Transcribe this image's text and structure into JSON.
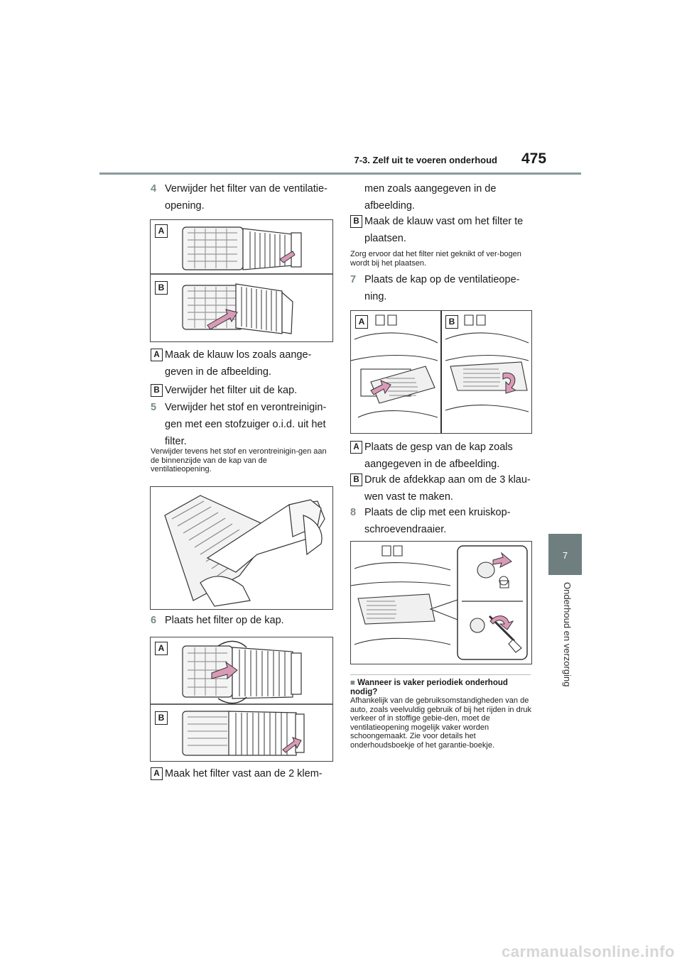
{
  "header": {
    "section": "7-3. Zelf uit te voeren onderhoud",
    "page": "475"
  },
  "side": {
    "tab": "7",
    "chapter": "Onderhoud en verzorging"
  },
  "left": {
    "step4": {
      "num": "4",
      "text": "Verwijder het filter van de ventilatie-opening."
    },
    "fig1": {
      "label_a": "A",
      "label_b": "B"
    },
    "a1": {
      "badge": "A",
      "text": "Maak de klauw los zoals aange-geven in de afbeelding."
    },
    "b1": {
      "badge": "B",
      "text": "Verwijder het filter uit de kap."
    },
    "step5": {
      "num": "5",
      "text": "Verwijder het stof en verontreinigin-gen met een stofzuiger o.i.d. uit het filter."
    },
    "note5": "Verwijder tevens het stof en verontreinigin-gen aan de binnenzijde van de kap van de ventilatieopening.",
    "step6": {
      "num": "6",
      "text": "Plaats het filter op de kap."
    },
    "fig3": {
      "label_a": "A",
      "label_b": "B"
    },
    "a3": {
      "badge": "A",
      "text": "Maak het filter vast aan de 2 klem-"
    }
  },
  "right": {
    "a3_cont": "men zoals aangegeven in de afbeelding.",
    "b3": {
      "badge": "B",
      "text": "Maak de klauw vast om het filter te plaatsen."
    },
    "note6": "Zorg ervoor dat het filter niet geknikt of ver-bogen wordt bij het plaatsen.",
    "step7": {
      "num": "7",
      "text": "Plaats de kap op de ventilatieope-ning."
    },
    "fig4": {
      "label_a": "A",
      "label_b": "B"
    },
    "a4": {
      "badge": "A",
      "text": "Plaats de gesp van de kap zoals aangegeven in de afbeelding."
    },
    "b4": {
      "badge": "B",
      "text": "Druk de afdekkap aan om de 3 klau-wen vast te maken."
    },
    "step8": {
      "num": "8",
      "text": "Plaats de clip met een kruiskop-schroevendraaier."
    },
    "info": {
      "title": "Wanneer is vaker periodiek onderhoud nodig?",
      "body": "Afhankelijk van de gebruiksomstandigheden van de auto, zoals veelvuldig gebruik of bij het rijden in druk verkeer of in stoffige gebie-den, moet de ventilatieopening mogelijk vaker worden schoongemaakt. Zie voor details het onderhoudsboekje of het garantie-boekje."
    }
  },
  "footer": {
    "watermark": "carmanualsonline.info"
  }
}
